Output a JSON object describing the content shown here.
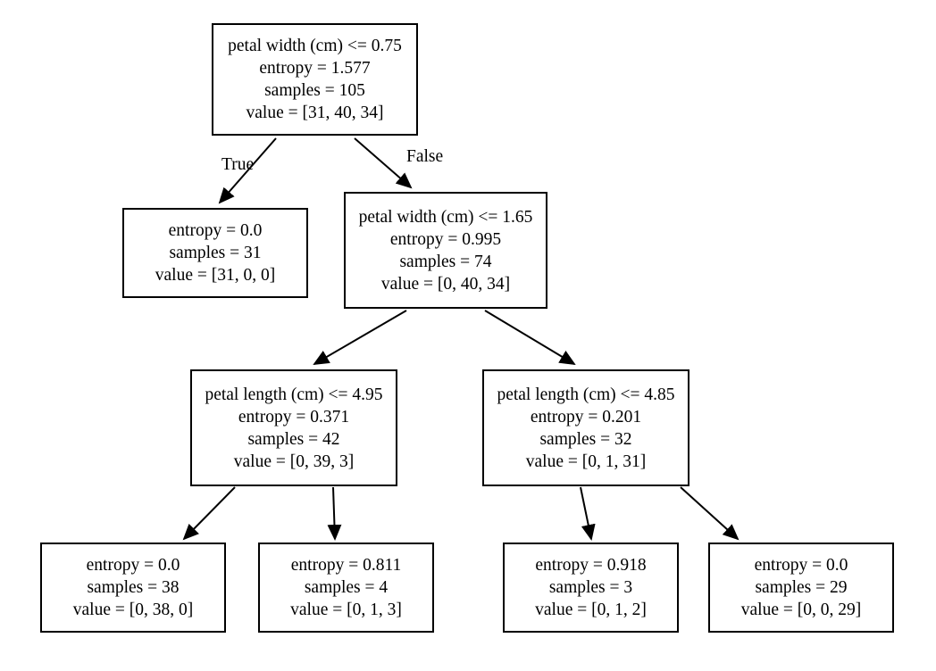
{
  "figure": {
    "kind": "decision-tree-diagram",
    "background_color": "#ffffff",
    "node_border_color": "#000000",
    "text_color": "#000000",
    "edge_color": "#000000"
  },
  "edge_labels": {
    "true_label": "True",
    "false_label": "False"
  },
  "nodes": [
    {
      "id": "root",
      "role": "internal",
      "condition": "petal width (cm) <= 0.75",
      "entropy": "entropy = 1.577",
      "samples": "samples = 105",
      "value": "value = [31, 40, 34]"
    },
    {
      "id": "leaf-setosa",
      "role": "leaf",
      "entropy": "entropy = 0.0",
      "samples": "samples = 31",
      "value": "value = [31, 0, 0]"
    },
    {
      "id": "node-petal-width-165",
      "role": "internal",
      "condition": "petal width (cm) <= 1.65",
      "entropy": "entropy = 0.995",
      "samples": "samples = 74",
      "value": "value = [0, 40, 34]"
    },
    {
      "id": "node-petal-length-495",
      "role": "internal",
      "condition": "petal length (cm) <= 4.95",
      "entropy": "entropy = 0.371",
      "samples": "samples = 42",
      "value": "value = [0, 39, 3]"
    },
    {
      "id": "node-petal-length-485",
      "role": "internal",
      "condition": "petal length (cm) <= 4.85",
      "entropy": "entropy = 0.201",
      "samples": "samples = 32",
      "value": "value = [0, 1, 31]"
    },
    {
      "id": "leaf-1",
      "role": "leaf",
      "entropy": "entropy = 0.0",
      "samples": "samples = 38",
      "value": "value = [0, 38, 0]"
    },
    {
      "id": "leaf-2",
      "role": "leaf",
      "entropy": "entropy = 0.811",
      "samples": "samples = 4",
      "value": "value = [0, 1, 3]"
    },
    {
      "id": "leaf-3",
      "role": "leaf",
      "entropy": "entropy = 0.918",
      "samples": "samples = 3",
      "value": "value = [0, 1, 2]"
    },
    {
      "id": "leaf-4",
      "role": "leaf",
      "entropy": "entropy = 0.0",
      "samples": "samples = 29",
      "value": "value = [0, 0, 29]"
    }
  ],
  "chart_data": {
    "type": "diagram",
    "title": "",
    "criterion": "entropy",
    "feature_names": [
      "petal width (cm)",
      "petal length (cm)"
    ],
    "class_count": 3,
    "total_samples": 105,
    "tree": {
      "condition": "petal width (cm) <= 0.75",
      "entropy": 1.577,
      "samples": 105,
      "value": [
        31,
        40,
        34
      ],
      "children": [
        {
          "branch": "True",
          "entropy": 0.0,
          "samples": 31,
          "value": [
            31,
            0,
            0
          ]
        },
        {
          "branch": "False",
          "condition": "petal width (cm) <= 1.65",
          "entropy": 0.995,
          "samples": 74,
          "value": [
            0,
            40,
            34
          ],
          "children": [
            {
              "branch": "True",
              "condition": "petal length (cm) <= 4.95",
              "entropy": 0.371,
              "samples": 42,
              "value": [
                0,
                39,
                3
              ],
              "children": [
                {
                  "branch": "True",
                  "entropy": 0.0,
                  "samples": 38,
                  "value": [
                    0,
                    38,
                    0
                  ]
                },
                {
                  "branch": "False",
                  "entropy": 0.811,
                  "samples": 4,
                  "value": [
                    0,
                    1,
                    3
                  ]
                }
              ]
            },
            {
              "branch": "False",
              "condition": "petal length (cm) <= 4.85",
              "entropy": 0.201,
              "samples": 32,
              "value": [
                0,
                1,
                31
              ],
              "children": [
                {
                  "branch": "True",
                  "entropy": 0.918,
                  "samples": 3,
                  "value": [
                    0,
                    1,
                    2
                  ]
                },
                {
                  "branch": "False",
                  "entropy": 0.0,
                  "samples": 29,
                  "value": [
                    0,
                    0,
                    29
                  ]
                }
              ]
            }
          ]
        }
      ]
    }
  }
}
